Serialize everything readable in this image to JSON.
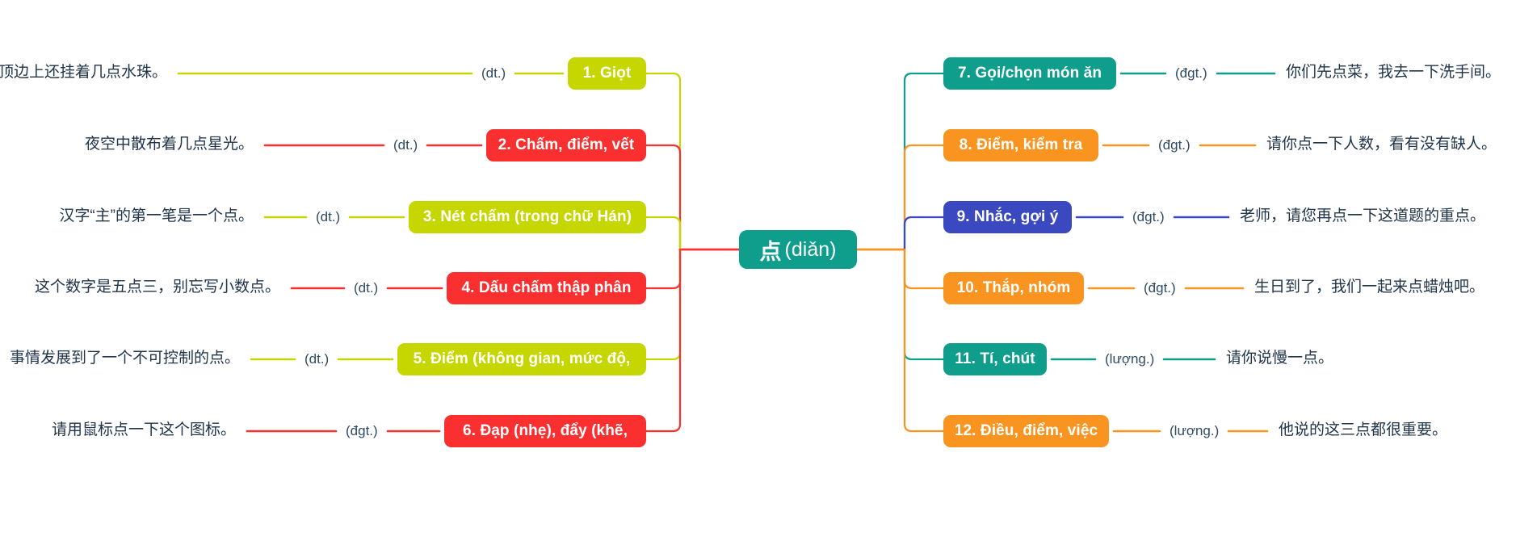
{
  "root": {
    "han": "点",
    "pinyin": "(diǎn)",
    "color": "#0f9d8c"
  },
  "colors": {
    "lime": "#c6d600",
    "red": "#fa2f2f",
    "teal": "#0f9d8c",
    "orange": "#f99420",
    "blue": "#3a49c0",
    "text": "#20344a",
    "pos_text": "#2f4a63",
    "background": "#ffffff"
  },
  "left_branches": [
    {
      "label": "1. Giọt",
      "pos": "(dt.)",
      "sentence": "雨停了，屋顶边上还挂着几点水珠。",
      "color": "lime"
    },
    {
      "label": "2. Chấm, điểm, vết",
      "pos": "(dt.)",
      "sentence": "夜空中散布着几点星光。",
      "color": "red"
    },
    {
      "label": "3. Nét chấm (trong chữ Hán)",
      "pos": "(dt.)",
      "sentence": "汉字“主”的第一笔是一个点。",
      "color": "lime"
    },
    {
      "label": "4. Dấu chấm thập phân",
      "pos": "(dt.)",
      "sentence": "这个数字是五点三，别忘写小数点。",
      "color": "red"
    },
    {
      "label": "5. Điểm (không gian, mức độ,",
      "pos": "(dt.)",
      "sentence": "事情发展到了一个不可控制的点。",
      "color": "lime"
    },
    {
      "label": "6. Đạp (nhẹ), đẩy (khẽ,",
      "pos": "(đgt.)",
      "sentence": "请用鼠标点一下这个图标。",
      "color": "red"
    }
  ],
  "right_branches": [
    {
      "label": "7. Gọi/chọn món ăn",
      "pos": "(đgt.)",
      "sentence": "你们先点菜，我去一下洗手间。",
      "color": "teal"
    },
    {
      "label": "8. Điểm, kiểm tra",
      "pos": "(đgt.)",
      "sentence": "请你点一下人数，看有没有缺人。",
      "color": "orange"
    },
    {
      "label": "9. Nhắc, gợi ý",
      "pos": "(đgt.)",
      "sentence": "老师，请您再点一下这道题的重点。",
      "color": "blue"
    },
    {
      "label": "10. Thắp, nhóm",
      "pos": "(đgt.)",
      "sentence": "生日到了，我们一起来点蜡烛吧。",
      "color": "orange"
    },
    {
      "label": "11. Tí, chút",
      "pos": "(lượng.)",
      "sentence": "请你说慢一点。",
      "color": "teal"
    },
    {
      "label": "12. Điều, điểm, việc",
      "pos": "(lượng.)",
      "sentence": "他说的这三点都很重要。",
      "color": "orange"
    }
  ]
}
